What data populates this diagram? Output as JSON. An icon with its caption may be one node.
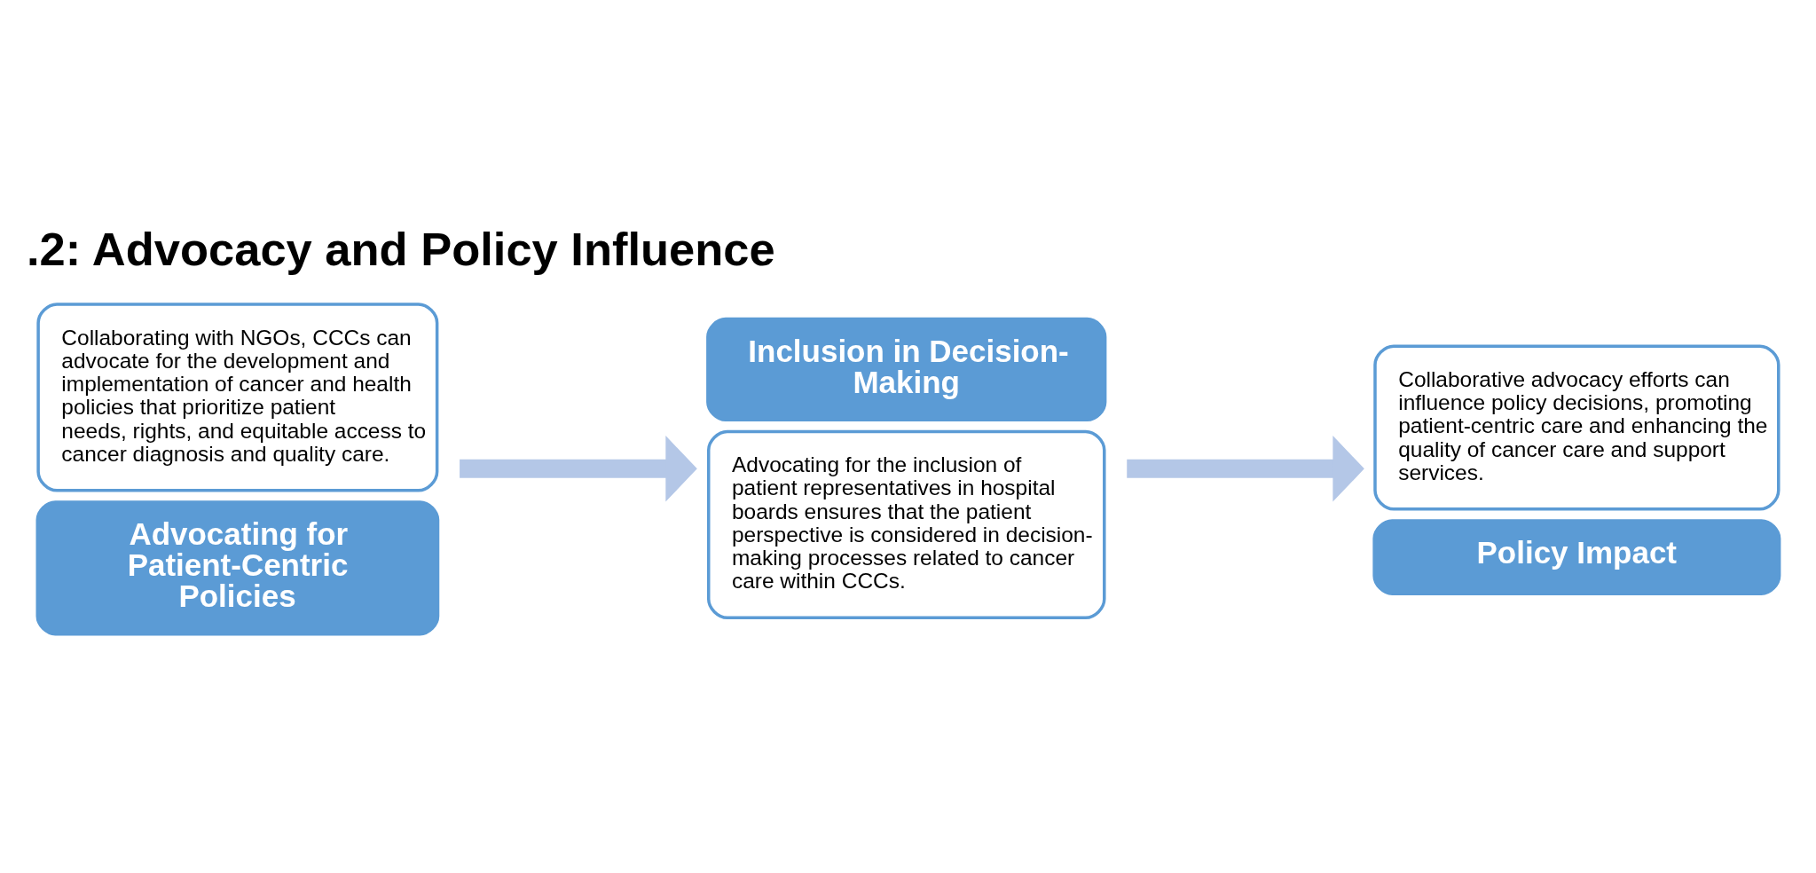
{
  "diagram": {
    "title": ".2: Advocacy and Policy Influence",
    "nodes": [
      {
        "text": [
          "Collaborating with NGOs, CCCs can advocate for the development and implementation of cancer and health policies that prioritize patient needs, rights, and equitable access to cancer diagnosis and quality care.",
          "Advocating for Patient-Centric Policies"
        ]
      },
      {
        "text": [
          "Inclusion in Decision-Making",
          "Advocating for the inclusion of patient representatives in hospital boards ensures that the patient perspective is considered in decision-making processes related to cancer care within CCCs."
        ]
      },
      {
        "text": [
          "Collaborative advocacy efforts can influence policy decisions, promoting patient-centric care and enhancing the quality of cancer care and support services.",
          "Policy Impact"
        ]
      }
    ],
    "edges": [
      {
        "from": 0,
        "to": 1,
        "arrow": "to"
      },
      {
        "from": 1,
        "to": 2,
        "arrow": "to"
      }
    ]
  }
}
